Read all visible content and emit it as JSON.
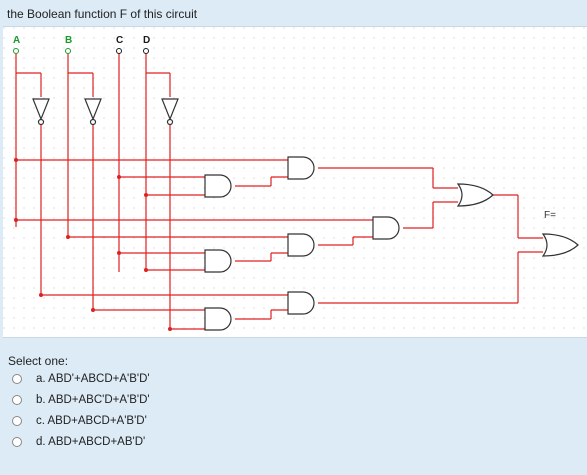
{
  "question": {
    "prompt": "the Boolean function F of this circuit"
  },
  "circuit": {
    "inputs": [
      {
        "label": "A",
        "color": "#1a9a2a"
      },
      {
        "label": "B",
        "color": "#1a9a2a"
      },
      {
        "label": "C",
        "color": "#1a1a1a"
      },
      {
        "label": "D",
        "color": "#1a1a1a"
      }
    ],
    "output_label": "F=",
    "wire_color": "#e02020",
    "gate_color": "#333333"
  },
  "answers": {
    "select_label": "Select one:",
    "options": [
      "a. ABD'+ABCD+A'B'D'",
      "b. ABD+ABC'D+A'B'D'",
      "c. ABD+ABCD+A'B'D'",
      "d. ABD+ABCD+AB'D'"
    ]
  }
}
